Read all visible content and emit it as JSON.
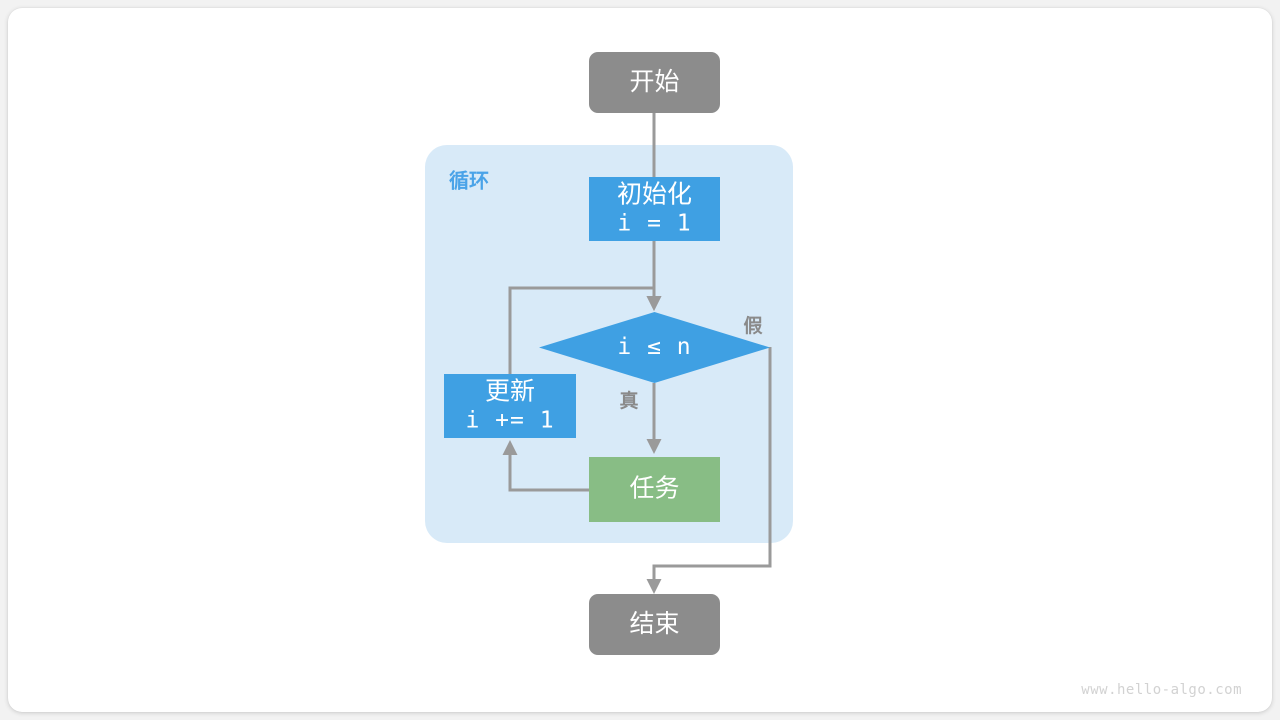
{
  "diagram": {
    "title_watermark": "www.hello-algo.com",
    "colors": {
      "terminal": "#8c8c8c",
      "process_blue": "#3fa0e3",
      "task_green": "#88bd85",
      "loop_bg": "#d8eaf8",
      "edge": "#9a9a9a",
      "group_label": "#4aa3e8",
      "edge_label": "#8a8a8a",
      "card": "#ffffff",
      "page": "#f2f2f2"
    },
    "group": {
      "label": "循环"
    },
    "nodes": {
      "start": {
        "label": "开始",
        "shape": "rounded-rect",
        "color": "#8c8c8c"
      },
      "init": {
        "label": "初始化",
        "code": "i = 1",
        "shape": "rect",
        "color": "#3fa0e3"
      },
      "condition": {
        "label": "i ≤ n",
        "shape": "diamond",
        "color": "#3fa0e3"
      },
      "update": {
        "label": "更新",
        "code": "i += 1",
        "shape": "rect",
        "color": "#3fa0e3"
      },
      "task": {
        "label": "任务",
        "shape": "rect",
        "color": "#88bd85"
      },
      "end": {
        "label": "结束",
        "shape": "rounded-rect",
        "color": "#8c8c8c"
      }
    },
    "edges": {
      "true_label": "真",
      "false_label": "假"
    }
  }
}
